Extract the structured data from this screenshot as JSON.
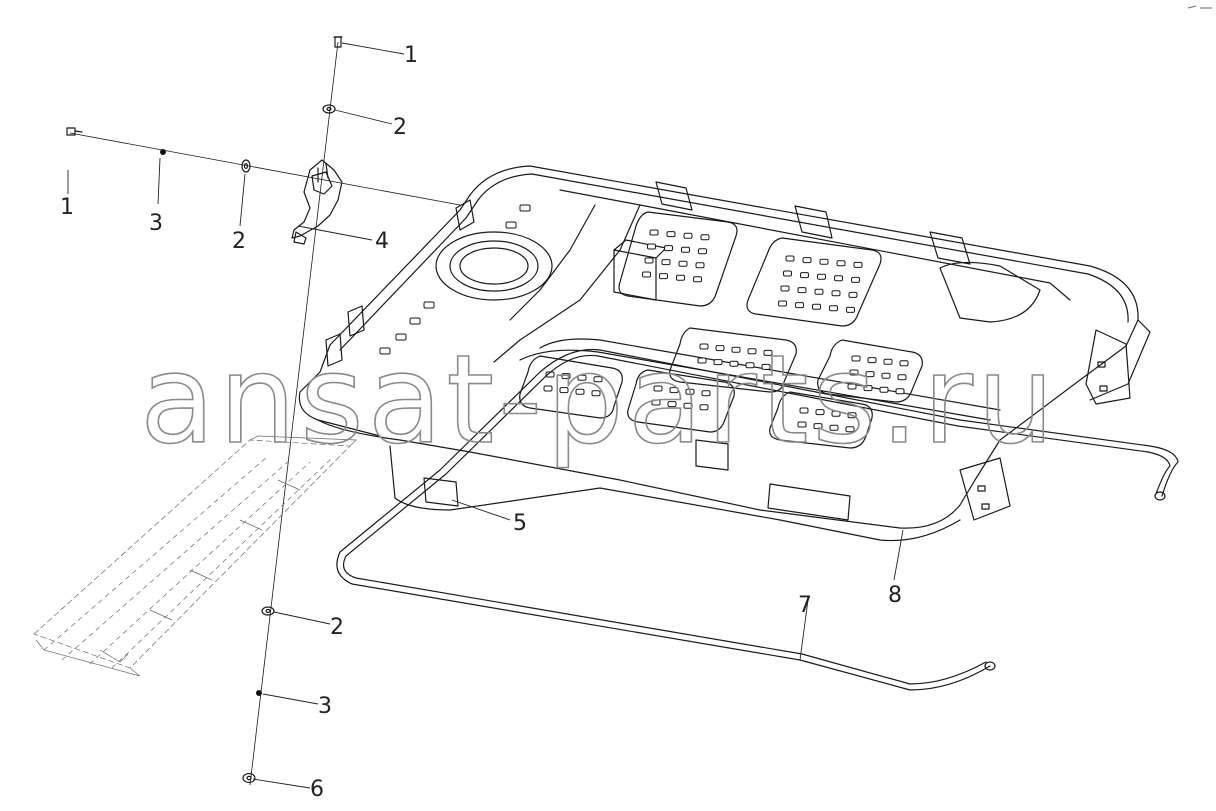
{
  "watermark": "ansat-parts.ru",
  "corner_mark": "",
  "callouts": [
    {
      "id": "c1-top",
      "text": "1"
    },
    {
      "id": "c2-top",
      "text": "2"
    },
    {
      "id": "c1-left",
      "text": "1"
    },
    {
      "id": "c3-left",
      "text": "3"
    },
    {
      "id": "c2-left",
      "text": "2"
    },
    {
      "id": "c4",
      "text": "4"
    },
    {
      "id": "c5",
      "text": "5"
    },
    {
      "id": "c8",
      "text": "8"
    },
    {
      "id": "c7",
      "text": "7"
    },
    {
      "id": "c2-bottom",
      "text": "2"
    },
    {
      "id": "c3-bottom",
      "text": "3"
    },
    {
      "id": "c6",
      "text": "6"
    }
  ]
}
